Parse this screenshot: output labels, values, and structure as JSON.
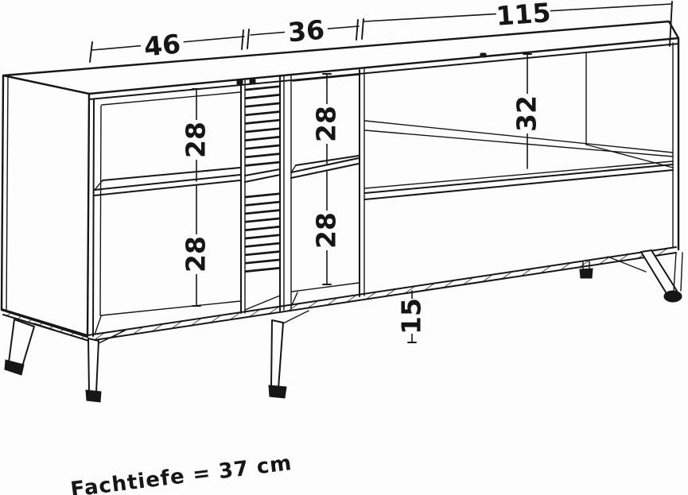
{
  "diagram": {
    "kind": "furniture-dimension-drawing",
    "note": "Fachtiefe = 37 cm",
    "colors": {
      "line": "#161616",
      "background": "#fdfdfd"
    },
    "dimensions": {
      "top_left_width": "46",
      "top_middle_width": "36",
      "top_right_width": "115",
      "left_upper_shelf": "28",
      "left_lower_shelf": "28",
      "middle_upper_shelf": "28",
      "middle_lower_shelf": "28",
      "right_compartment_height": "32",
      "leg_height": "15"
    }
  }
}
